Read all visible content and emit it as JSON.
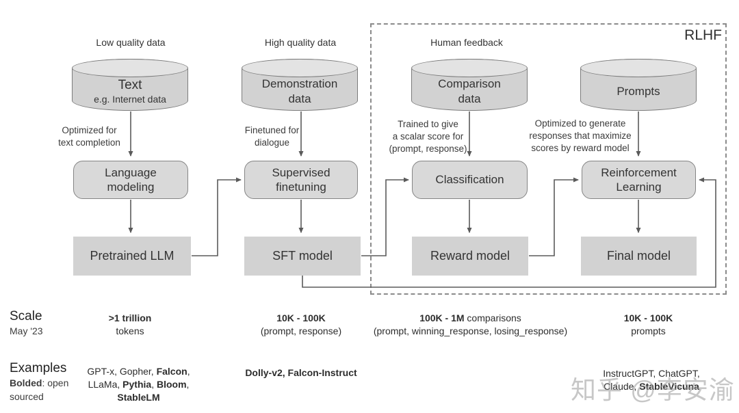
{
  "rlhf": {
    "label": "RLHF"
  },
  "watermark": "知乎 @李安渝",
  "columns": [
    {
      "header": "Low quality data",
      "cylinder": [
        "Text",
        "e.g. Internet data"
      ],
      "note": [
        "Optimized for",
        "text completion"
      ],
      "process": [
        "Language",
        "modeling"
      ],
      "model": "Pretrained LLM",
      "scale": [
        [
          {
            "t": ">1 trillion",
            "b": 1
          }
        ],
        [
          {
            "t": "tokens"
          }
        ]
      ],
      "examples": [
        [
          {
            "t": "GPT-x, Gopher, "
          },
          {
            "t": "Falcon",
            "b": 1
          },
          {
            "t": ","
          }
        ],
        [
          {
            "t": "LLaMa, "
          },
          {
            "t": "Pythia",
            "b": 1
          },
          {
            "t": ", "
          },
          {
            "t": "Bloom",
            "b": 1
          },
          {
            "t": ","
          }
        ],
        [
          {
            "t": "StableLM",
            "b": 1
          }
        ]
      ]
    },
    {
      "header": "High quality data",
      "cylinder": [
        "Demonstration",
        "data"
      ],
      "note": [
        "Finetuned for",
        "dialogue"
      ],
      "process": [
        "Supervised",
        "finetuning"
      ],
      "model": "SFT model",
      "scale": [
        [
          {
            "t": "10K - 100K",
            "b": 1
          }
        ],
        [
          {
            "t": "(prompt, response)"
          }
        ]
      ],
      "examples": [
        [
          {
            "t": "Dolly-v2, Falcon-Instruct",
            "b": 1
          }
        ]
      ]
    },
    {
      "header": "Human feedback",
      "cylinder": [
        "Comparison",
        "data"
      ],
      "note": [
        "Trained to give",
        "a scalar score for",
        "(prompt, response)"
      ],
      "process": [
        "Classification"
      ],
      "model": "Reward model",
      "scale": [
        [
          {
            "t": "100K - 1M",
            "b": 1
          },
          {
            "t": " comparisons"
          }
        ],
        [
          {
            "t": "(prompt, winning_response, losing_response)"
          }
        ]
      ],
      "examples": []
    },
    {
      "header": "",
      "cylinder": [
        "Prompts"
      ],
      "note": [
        "Optimized to generate",
        "responses that maximize",
        "scores by reward model"
      ],
      "process": [
        "Reinforcement",
        "Learning"
      ],
      "model": "Final model",
      "scale": [
        [
          {
            "t": "10K - 100K",
            "b": 1
          }
        ],
        [
          {
            "t": "prompts"
          }
        ]
      ],
      "examples": [
        [
          {
            "t": "InstructGPT, ChatGPT,"
          }
        ],
        [
          {
            "t": "Claude, "
          },
          {
            "t": "StableVicuna",
            "b": 1
          }
        ]
      ]
    }
  ],
  "legend": {
    "scale_title": "Scale",
    "scale_sub": "May '23",
    "examples_title": "Examples",
    "examples_sub1": [
      {
        "t": "Bolded",
        "b": 1
      },
      {
        "t": ": open"
      }
    ],
    "examples_sub2": "sourced"
  },
  "colors": {
    "node_fill": "#d2d2d2",
    "process_fill": "#d9d9d9",
    "cylinder_lid": "#e3e3e3",
    "border": "#7b7b7b",
    "arrow": "#5a5a5a"
  }
}
